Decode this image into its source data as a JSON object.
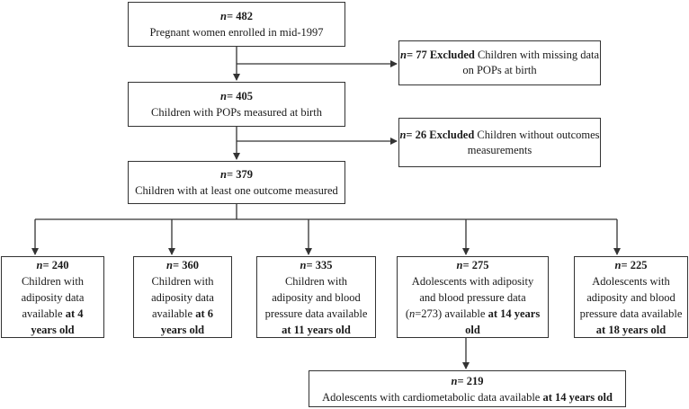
{
  "n_label": "n",
  "n_sep": "= ",
  "top": {
    "n": "482",
    "text": "Pregnant women enrolled in mid-1997"
  },
  "excl1": {
    "n": "77",
    "label": " Excluded",
    "text": " Children with missing data on POPs at birth"
  },
  "mid1": {
    "n": "405",
    "text": "Children with POPs measured at birth"
  },
  "excl2": {
    "n": "26",
    "label": " Excluded",
    "text": " Children without outcomes measurements"
  },
  "mid2": {
    "n": "379",
    "text": "Children with at least one outcome measured"
  },
  "leaves": [
    {
      "n": "240",
      "line1": "Children with",
      "line2": "adiposity data",
      "line3": "available ",
      "bold": "at 4",
      "line4": "years old"
    },
    {
      "n": "360",
      "line1": "Children with",
      "line2": "adiposity data",
      "line3": "available ",
      "bold": "at 6",
      "line4": "years old"
    },
    {
      "n": "335",
      "line1": "Children with",
      "line2": "adiposity and blood",
      "line3": "pressure data available",
      "bold4": "at 11 years old"
    },
    {
      "n": "275",
      "line1": "Adolescents with adiposity",
      "line2": "and blood pressure data",
      "line3a": "(",
      "line3n": "n",
      "line3b": "=273) available ",
      "bold": "at 14 years",
      "line4": "old"
    },
    {
      "n": "225",
      "line1": "Adolescents with",
      "line2": "adiposity and blood",
      "line3": "pressure data available",
      "bold4": "at 18 years old"
    }
  ],
  "bottom": {
    "n": "219",
    "text": "Adolescents with cardiometabolic data available ",
    "bold": "at 14 years old"
  }
}
